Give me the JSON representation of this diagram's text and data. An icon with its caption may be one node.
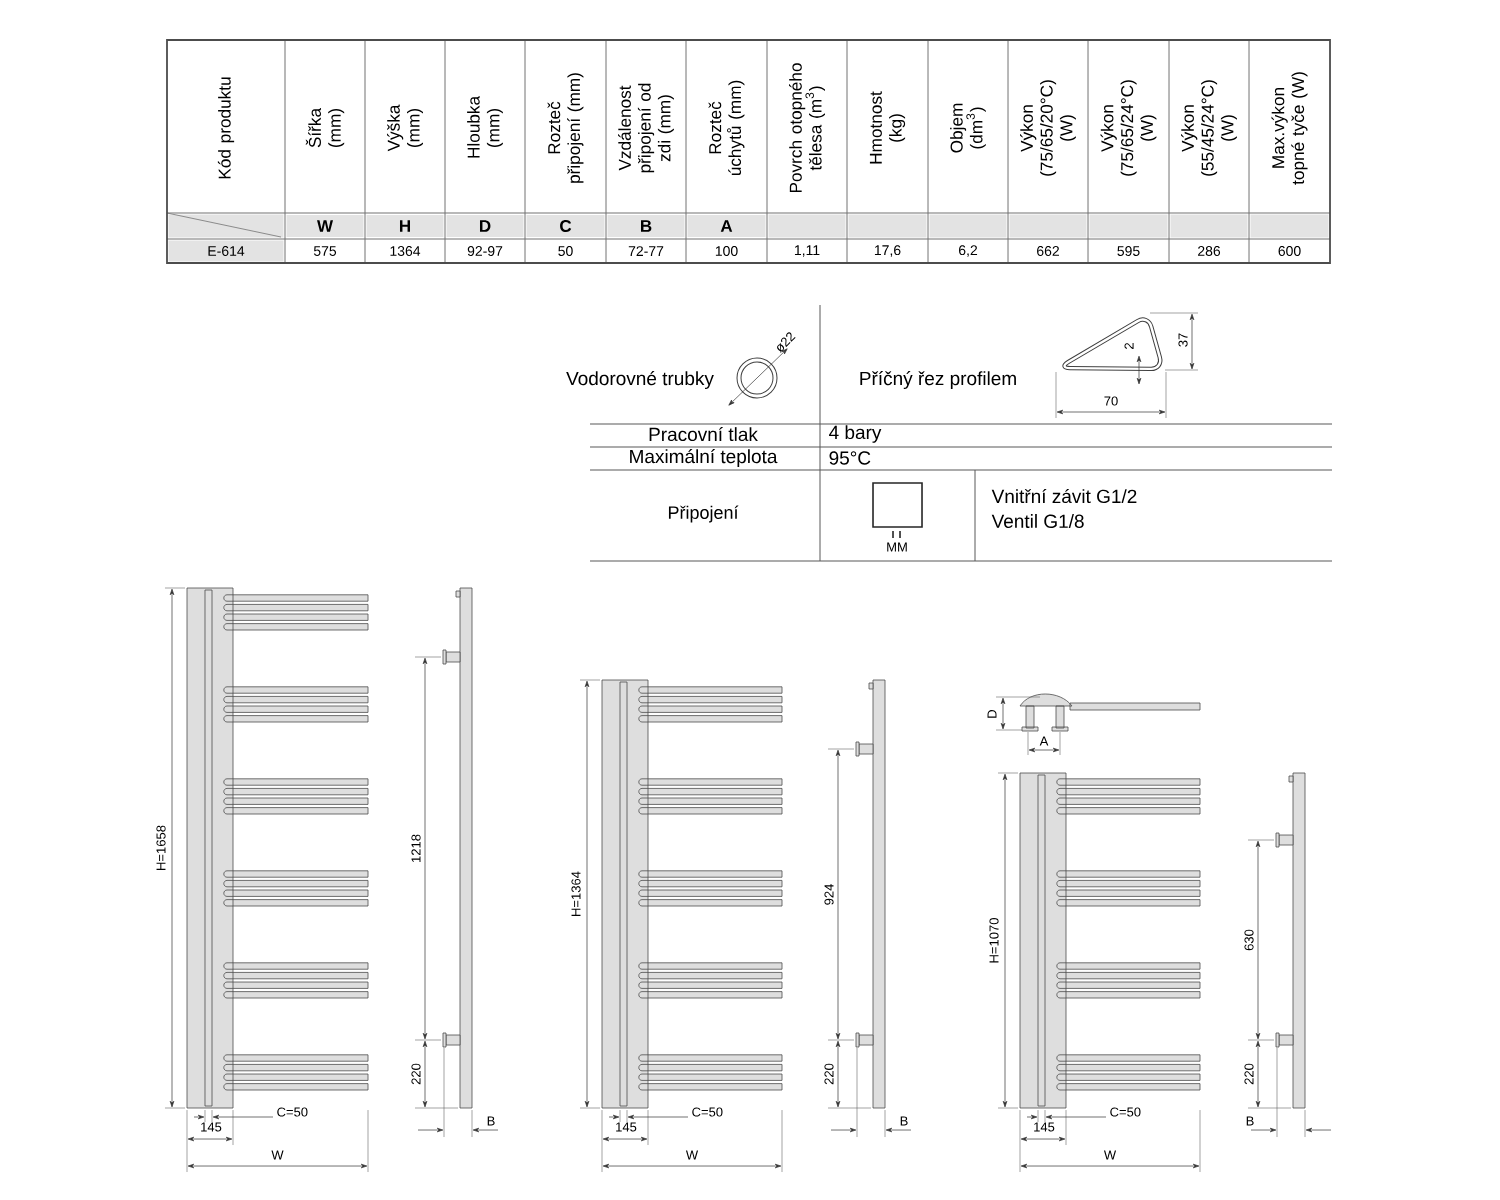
{
  "diagram": {
    "labels": [
      "Kód produktu",
      "Šířka (mm)",
      "Výška (mm)",
      "Hloubka (mm)",
      "Rozteč připojení (mm)",
      "Vzdálenost připojení od zdi (mm)",
      "Rozteč úchytů (mm)",
      "Povrch otopného tělesa (m$^{3}$)",
      "Hmotnost (kg)",
      "Objem (dm$^{3}$)",
      "Výkon (75/65/20°C) (W)",
      "Výkon (75/65/24°C) (W)",
      "Výkon (55/45/24°C) (W)",
      "Max.výkon topné tyče (W)",
      "W",
      "H",
      "D",
      "C",
      "B",
      "A",
      "E-614",
      "575",
      "1364",
      "92-97",
      "50",
      "72-77",
      "100",
      "1,11",
      "17,6",
      "6,2",
      "662",
      "595",
      "286",
      "600",
      "Vodorovné trubky",
      "ø22",
      "Příčný řez profilem",
      "2",
      "37",
      "70",
      "Pracovní tlak",
      "4 bary",
      "Maximální teplota",
      "95°C",
      "Připojení",
      "MM",
      "Vnitřní závit G1/2",
      "Ventil G1/8",
      "H=1658",
      "145",
      "C=50",
      "W",
      "1218",
      "220",
      "B",
      "H=1364",
      "145",
      "C=50",
      "W",
      "924",
      "220",
      "B",
      "D",
      "A",
      "H=1070",
      "145",
      "C=50",
      "W",
      "630",
      "220",
      "B"
    ]
  }
}
